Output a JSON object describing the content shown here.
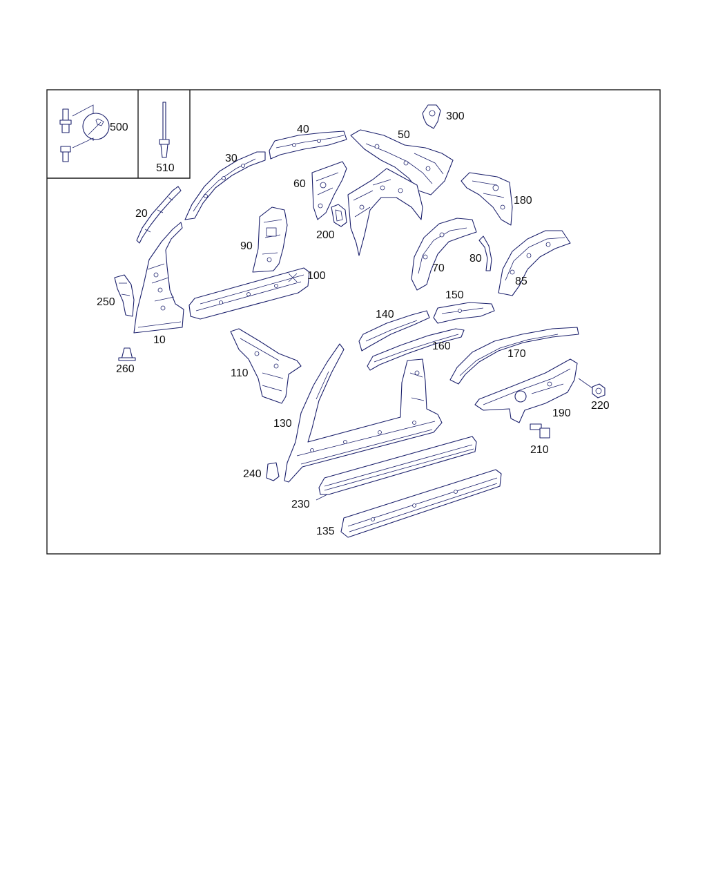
{
  "labels": {
    "p10": "10",
    "p20": "20",
    "p30": "30",
    "p40": "40",
    "p50": "50",
    "p60": "60",
    "p70": "70",
    "p80": "80",
    "p85": "85",
    "p90": "90",
    "p100": "100",
    "p110": "110",
    "p130": "130",
    "p135": "135",
    "p140": "140",
    "p150": "150",
    "p160": "160",
    "p170": "170",
    "p180": "180",
    "p190": "190",
    "p200": "200",
    "p210": "210",
    "p220": "220",
    "p230": "230",
    "p240": "240",
    "p250": "250",
    "p260": "260",
    "p300": "300",
    "p500": "500",
    "p510": "510"
  },
  "colors": {
    "line": "#1a1f6b",
    "frame": "#1a1a1a",
    "text": "#111111"
  }
}
